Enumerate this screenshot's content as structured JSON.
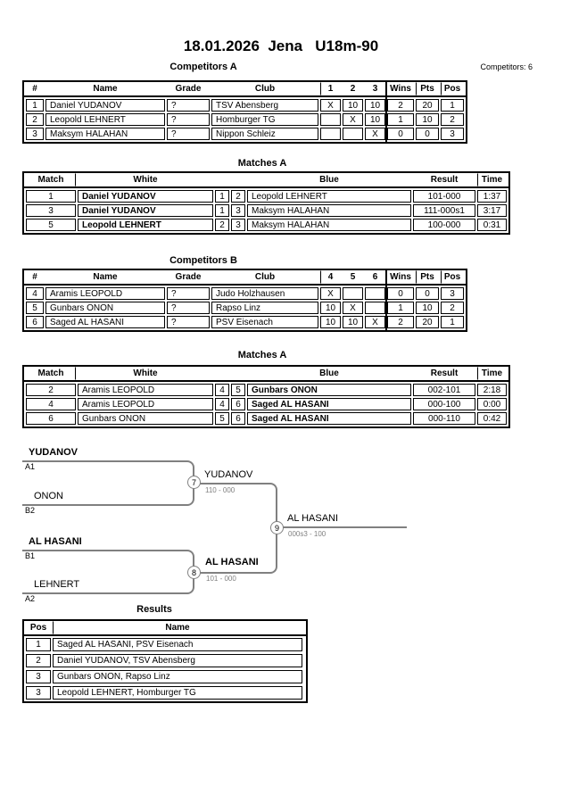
{
  "page": {
    "title": "18.01.2026  Jena   U18m-90",
    "competitors_total": "Competitors: 6"
  },
  "colors": {
    "table_border": "#000000",
    "bracket_line": "#808080",
    "score_text": "#808080"
  },
  "tables": {
    "compA": {
      "heading": "Competitors A",
      "columns": [
        "#",
        "Name",
        "Grade",
        "Club",
        "1",
        "2",
        "3",
        "Wins",
        "Pts",
        "Pos"
      ],
      "rows": [
        {
          "num": "1",
          "name": "Daniel YUDANOV",
          "grade": "?",
          "club": "TSV Abensberg",
          "c1": "X",
          "c2": "10",
          "c3": "10",
          "wins": "2",
          "pts": "20",
          "pos": "1"
        },
        {
          "num": "2",
          "name": "Leopold LEHNERT",
          "grade": "?",
          "club": "Homburger TG",
          "c1": "",
          "c2": "X",
          "c3": "10",
          "wins": "1",
          "pts": "10",
          "pos": "2"
        },
        {
          "num": "3",
          "name": "Maksym HALAHAN",
          "grade": "?",
          "club": "Nippon Schleiz",
          "c1": "",
          "c2": "",
          "c3": "X",
          "wins": "0",
          "pts": "0",
          "pos": "3"
        }
      ]
    },
    "matchesA": {
      "heading": "Matches A",
      "columns": [
        "Match",
        "White",
        "Blue",
        "Result",
        "Time"
      ],
      "rows": [
        {
          "match": "1",
          "white": "Daniel YUDANOV",
          "wnum": "1",
          "bnum": "2",
          "blue": "Leopold LEHNERT",
          "result": "101-000",
          "time": "1:37"
        },
        {
          "match": "3",
          "white": "Daniel YUDANOV",
          "wnum": "1",
          "bnum": "3",
          "blue": "Maksym HALAHAN",
          "result": "111-000s1",
          "time": "3:17"
        },
        {
          "match": "5",
          "white": "Leopold LEHNERT",
          "wnum": "2",
          "bnum": "3",
          "blue": "Maksym HALAHAN",
          "result": "100-000",
          "time": "0:31"
        }
      ]
    },
    "compB": {
      "heading": "Competitors B",
      "columns": [
        "#",
        "Name",
        "Grade",
        "Club",
        "4",
        "5",
        "6",
        "Wins",
        "Pts",
        "Pos"
      ],
      "rows": [
        {
          "num": "4",
          "name": "Aramis LEOPOLD",
          "grade": "?",
          "club": "Judo Holzhausen",
          "c1": "X",
          "c2": "",
          "c3": "",
          "wins": "0",
          "pts": "0",
          "pos": "3"
        },
        {
          "num": "5",
          "name": "Gunbars ONON",
          "grade": "?",
          "club": "Rapso Linz",
          "c1": "10",
          "c2": "X",
          "c3": "",
          "wins": "1",
          "pts": "10",
          "pos": "2"
        },
        {
          "num": "6",
          "name": "Saged AL HASANI",
          "grade": "?",
          "club": "PSV Eisenach",
          "c1": "10",
          "c2": "10",
          "c3": "X",
          "wins": "2",
          "pts": "20",
          "pos": "1"
        }
      ]
    },
    "matchesB": {
      "heading": "Matches A",
      "columns": [
        "Match",
        "White",
        "Blue",
        "Result",
        "Time"
      ],
      "rows": [
        {
          "match": "2",
          "white": "Aramis LEOPOLD",
          "wnum": "4",
          "bnum": "5",
          "blue": "Gunbars ONON",
          "result": "002-101",
          "time": "2:18"
        },
        {
          "match": "4",
          "white": "Aramis LEOPOLD",
          "wnum": "4",
          "bnum": "6",
          "blue": "Saged AL HASANI",
          "result": "000-100",
          "time": "0:00"
        },
        {
          "match": "6",
          "white": "Gunbars ONON",
          "wnum": "5",
          "bnum": "6",
          "blue": "Saged AL HASANI",
          "result": "000-110",
          "time": "0:42"
        }
      ]
    },
    "results": {
      "heading": "Results",
      "columns": [
        "Pos",
        "Name"
      ],
      "rows": [
        {
          "pos": "1",
          "name": "Saged AL HASANI, PSV Eisenach"
        },
        {
          "pos": "2",
          "name": "Daniel YUDANOV, TSV Abensberg"
        },
        {
          "pos": "3",
          "name": "Gunbars ONON, Rapso Linz"
        },
        {
          "pos": "3",
          "name": "Leopold LEHNERT, Homburger TG"
        }
      ]
    }
  },
  "bracket": {
    "slots": [
      {
        "name": "YUDANOV",
        "seed": "A1"
      },
      {
        "name": "ONON",
        "seed": "B2"
      },
      {
        "name": "AL HASANI",
        "seed": "B1"
      },
      {
        "name": "LEHNERT",
        "seed": "A2"
      }
    ],
    "matches": [
      {
        "number": "7",
        "winner": "YUDANOV",
        "score": "110 - 000"
      },
      {
        "number": "8",
        "winner": "AL HASANI",
        "score": "101 - 000"
      },
      {
        "number": "9",
        "winner": "AL HASANI",
        "score": "000s3 - 100"
      }
    ]
  }
}
